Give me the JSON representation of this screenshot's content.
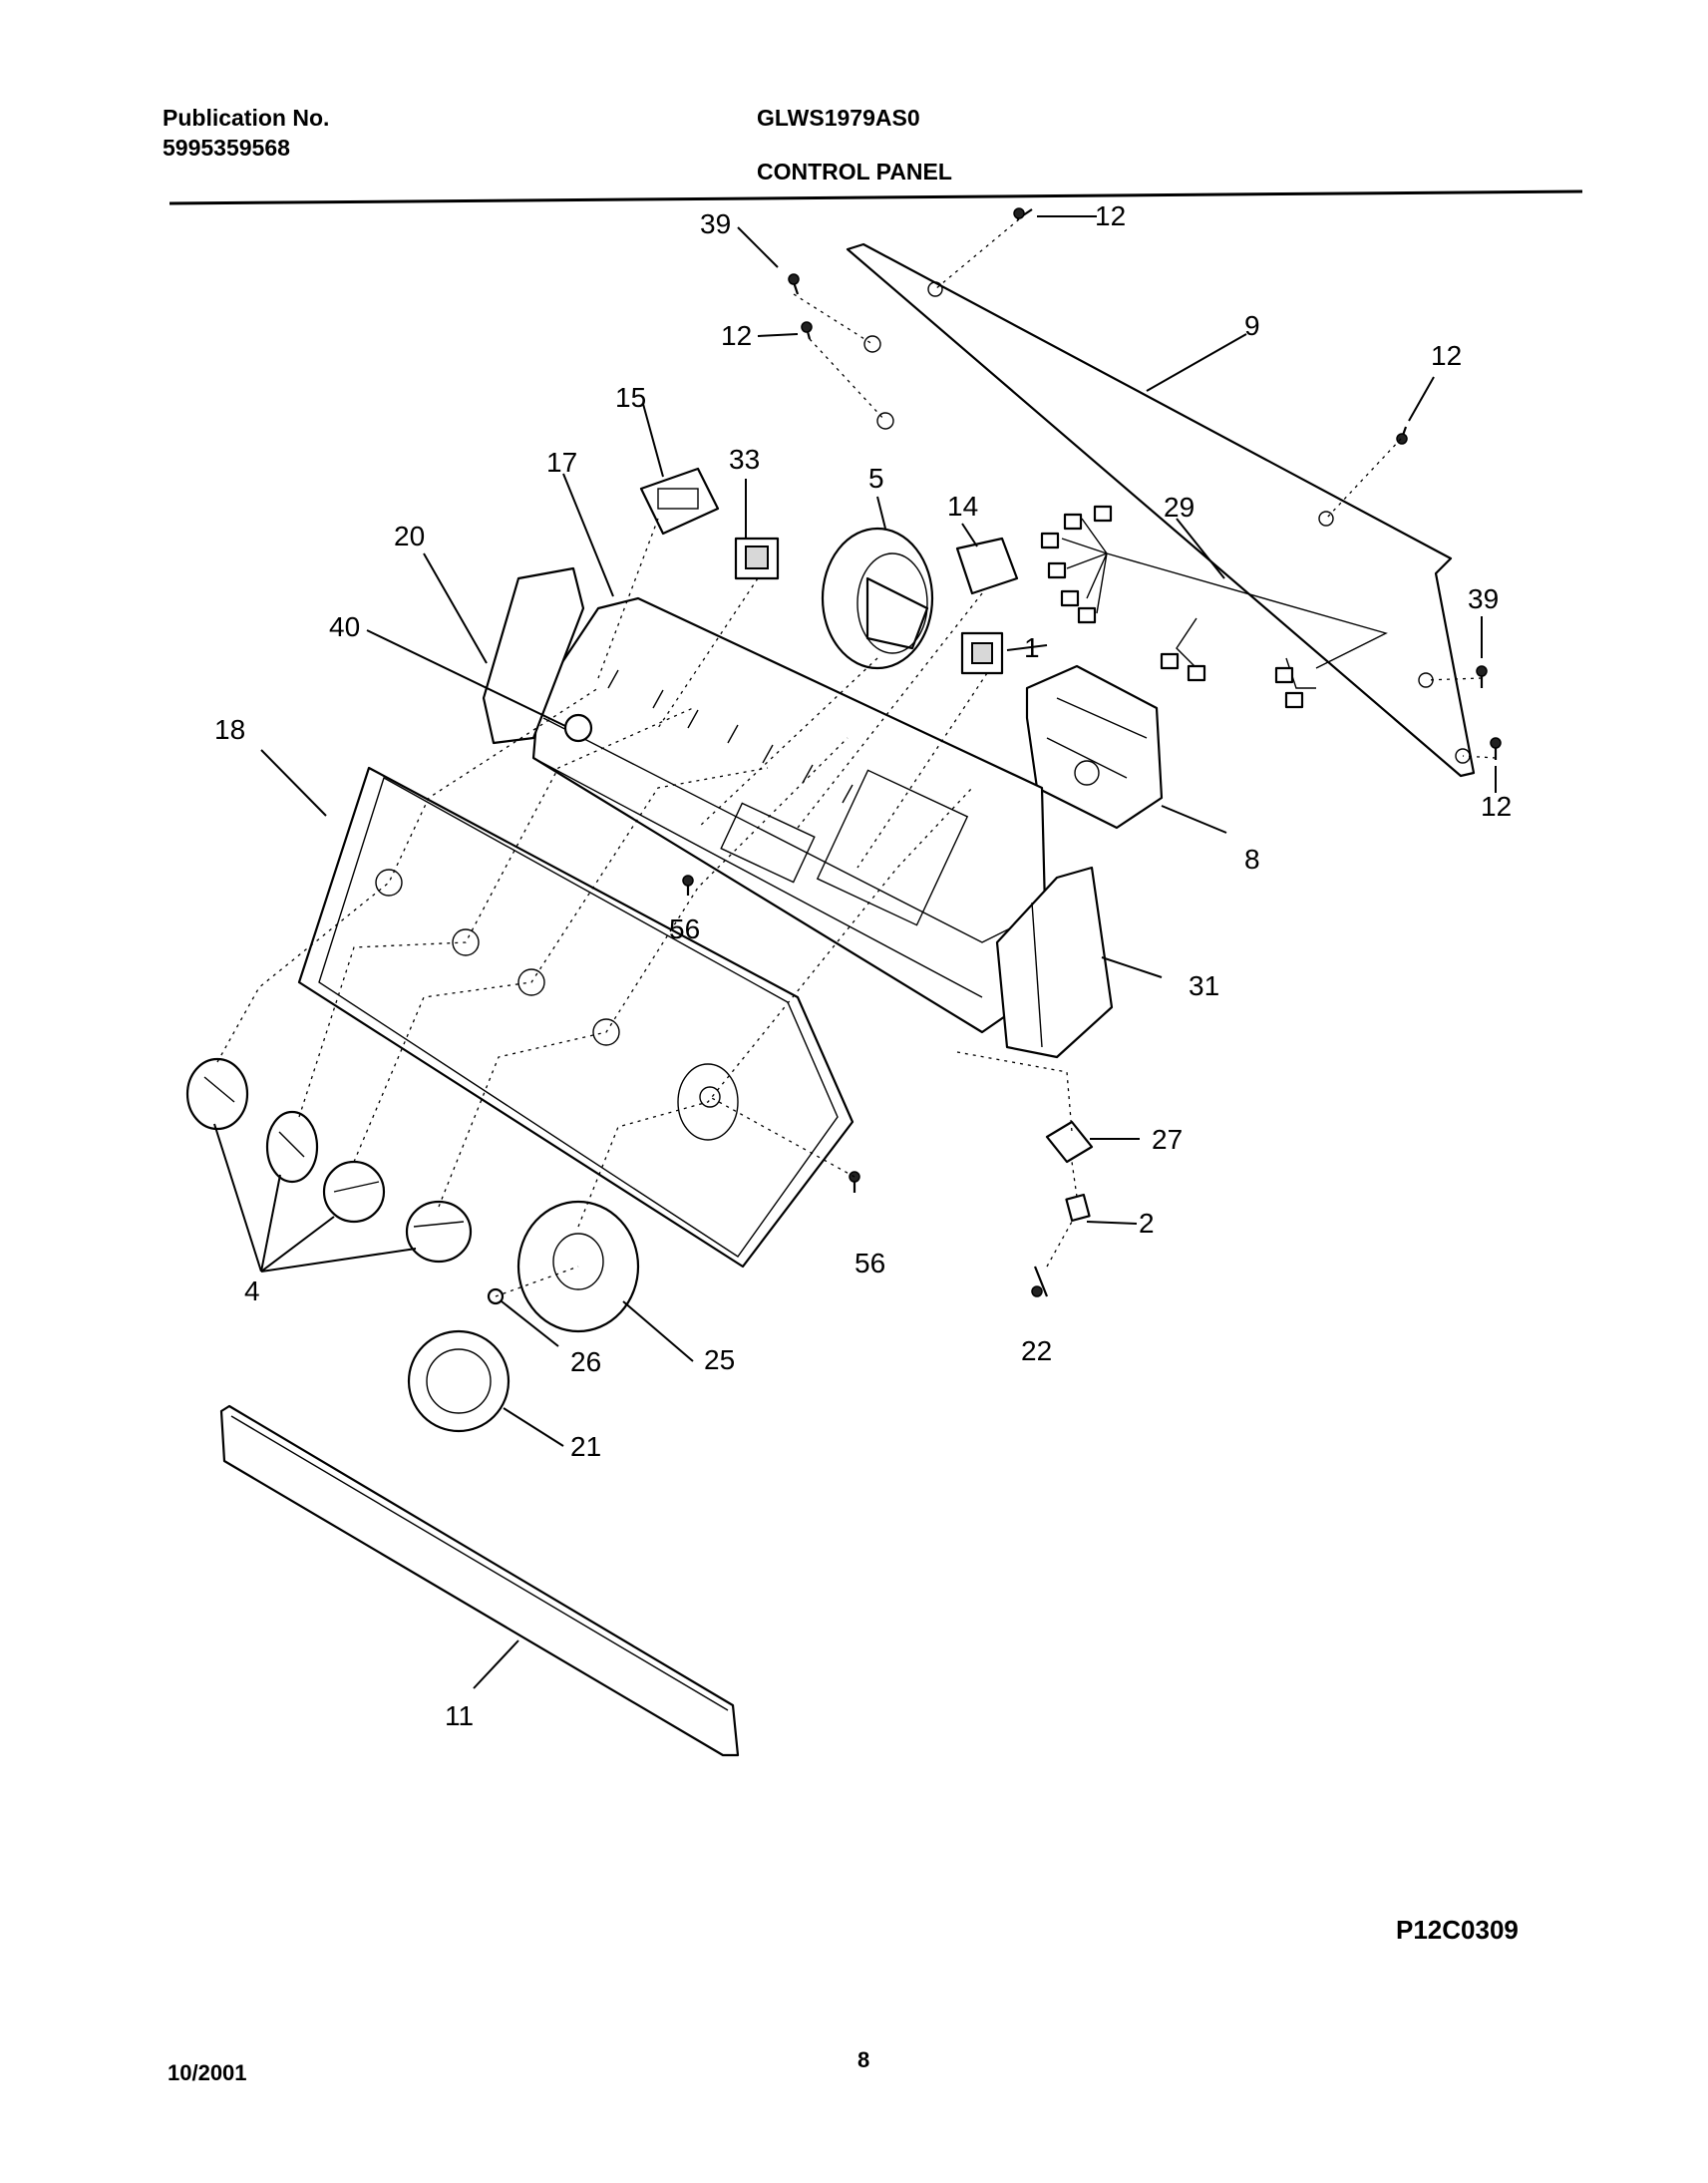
{
  "header": {
    "publication_label": "Publication No.",
    "publication_number": "5995359568",
    "model": "GLWS1979AS0",
    "section": "CONTROL PANEL"
  },
  "footer": {
    "date": "10/2001",
    "page": "8",
    "drawing_id": "P12C0309"
  },
  "callouts": [
    "39",
    "12",
    "9",
    "12",
    "12",
    "15",
    "17",
    "33",
    "5",
    "14",
    "29",
    "39",
    "20",
    "40",
    "1",
    "18",
    "8",
    "12",
    "56",
    "31",
    "27",
    "4",
    "56",
    "2",
    "22",
    "26",
    "25",
    "21",
    "11"
  ]
}
